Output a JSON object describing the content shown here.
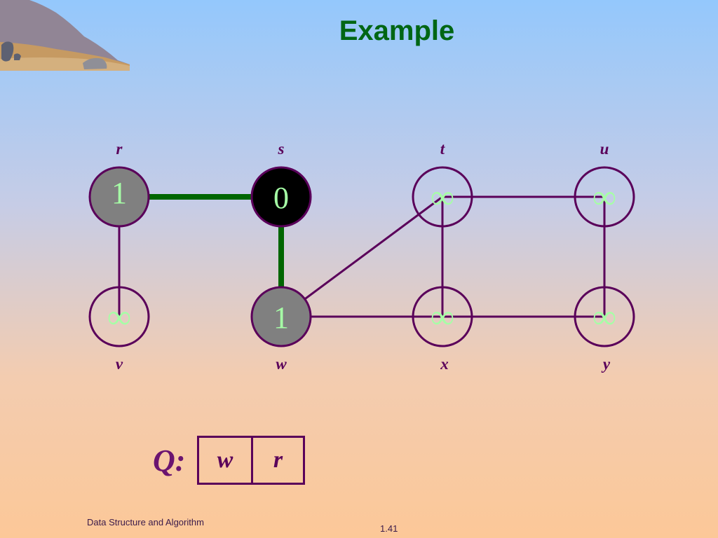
{
  "title": "Example",
  "graph": {
    "vertices": [
      {
        "id": "r",
        "label": "r",
        "value": "1",
        "state": "gray"
      },
      {
        "id": "s",
        "label": "s",
        "value": "0",
        "state": "black"
      },
      {
        "id": "t",
        "label": "t",
        "value": "∞",
        "state": "white"
      },
      {
        "id": "u",
        "label": "u",
        "value": "∞",
        "state": "white"
      },
      {
        "id": "v",
        "label": "v",
        "value": "∞",
        "state": "white"
      },
      {
        "id": "w",
        "label": "w",
        "value": "1",
        "state": "gray"
      },
      {
        "id": "x",
        "label": "x",
        "value": "∞",
        "state": "white"
      },
      {
        "id": "y",
        "label": "y",
        "value": "∞",
        "state": "white"
      }
    ],
    "edges": [
      {
        "from": "r",
        "to": "s",
        "tree": true
      },
      {
        "from": "s",
        "to": "w",
        "tree": true
      },
      {
        "from": "r",
        "to": "v",
        "tree": false
      },
      {
        "from": "w",
        "to": "t",
        "tree": false
      },
      {
        "from": "w",
        "to": "x",
        "tree": false
      },
      {
        "from": "t",
        "to": "u",
        "tree": false
      },
      {
        "from": "t",
        "to": "x",
        "tree": false
      },
      {
        "from": "u",
        "to": "y",
        "tree": false
      },
      {
        "from": "x",
        "to": "y",
        "tree": false
      }
    ],
    "colors": {
      "edge": "#5a005a",
      "tree_edge": "#006600",
      "gray_fill": "#808080",
      "black_fill": "#000000",
      "white_fill": "none",
      "value_text": "#a6ffa6"
    }
  },
  "queue": {
    "label": "Q:",
    "items": [
      "w",
      "r"
    ]
  },
  "footer": {
    "left": "Data Structure and Algorithm",
    "right": "1.41"
  }
}
